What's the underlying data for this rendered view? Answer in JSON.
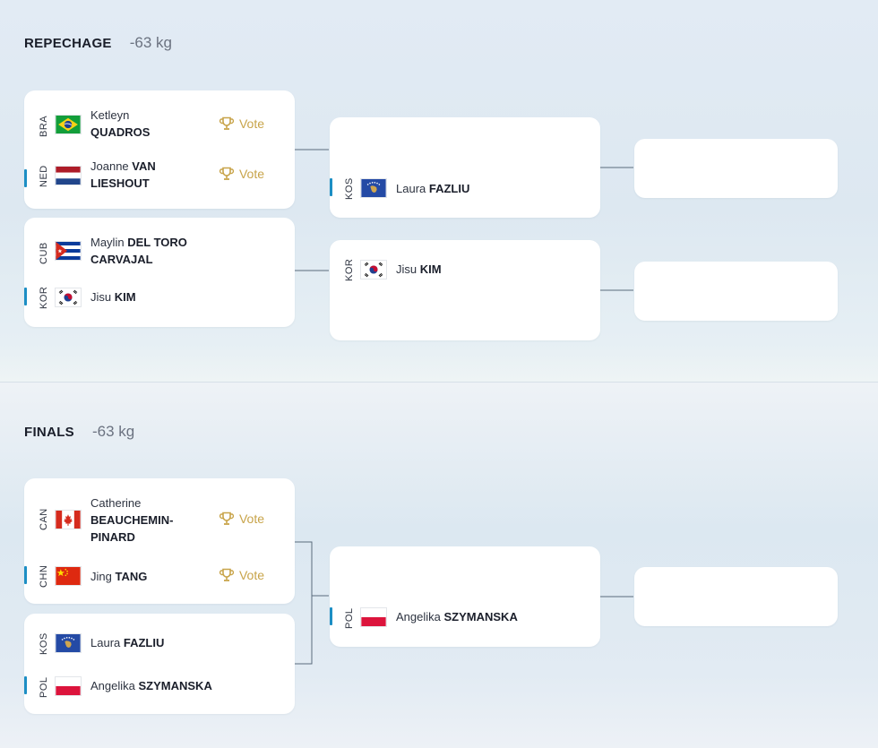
{
  "repechage": {
    "title": "REPECHAGE",
    "weight": "-63 kg",
    "match1": {
      "a": {
        "code": "BRA",
        "first": "Ketleyn",
        "last": "QUADROS",
        "vote": "Vote",
        "flag": "brazil-flag-icon"
      },
      "b": {
        "code": "NED",
        "first": "Joanne",
        "last": "VAN LIESHOUT",
        "vote": "Vote",
        "flag": "netherlands-flag-icon"
      }
    },
    "match2": {
      "a": {
        "code": "CUB",
        "first": "Maylin",
        "last": "DEL TORO CARVAJAL",
        "flag": "cuba-flag-icon"
      },
      "b": {
        "code": "KOR",
        "first": "Jisu",
        "last": "KIM",
        "flag": "korea-flag-icon"
      }
    },
    "round2": {
      "top": {
        "code": "KOS",
        "first": "Laura",
        "last": "FAZLIU",
        "flag": "kosovo-flag-icon"
      },
      "bottom": {
        "code": "KOR",
        "first": "Jisu",
        "last": "KIM",
        "flag": "korea-flag-icon"
      }
    }
  },
  "finals": {
    "title": "FINALS",
    "weight": "-63 kg",
    "match1": {
      "a": {
        "code": "CAN",
        "first": "Catherine",
        "last": "BEAUCHEMIN-PINARD",
        "vote": "Vote",
        "flag": "canada-flag-icon"
      },
      "b": {
        "code": "CHN",
        "first": "Jing",
        "last": "TANG",
        "vote": "Vote",
        "flag": "china-flag-icon"
      }
    },
    "match2": {
      "a": {
        "code": "KOS",
        "first": "Laura",
        "last": "FAZLIU",
        "flag": "kosovo-flag-icon"
      },
      "b": {
        "code": "POL",
        "first": "Angelika",
        "last": "SZYMANSKA",
        "flag": "poland-flag-icon"
      }
    },
    "round2": {
      "bottom": {
        "code": "POL",
        "first": "Angelika",
        "last": "SZYMANSKA",
        "flag": "poland-flag-icon"
      }
    }
  },
  "colors": {
    "accent": "#1c8ec4",
    "vote": "#c8a44a",
    "connector": "#5a6b7c"
  }
}
